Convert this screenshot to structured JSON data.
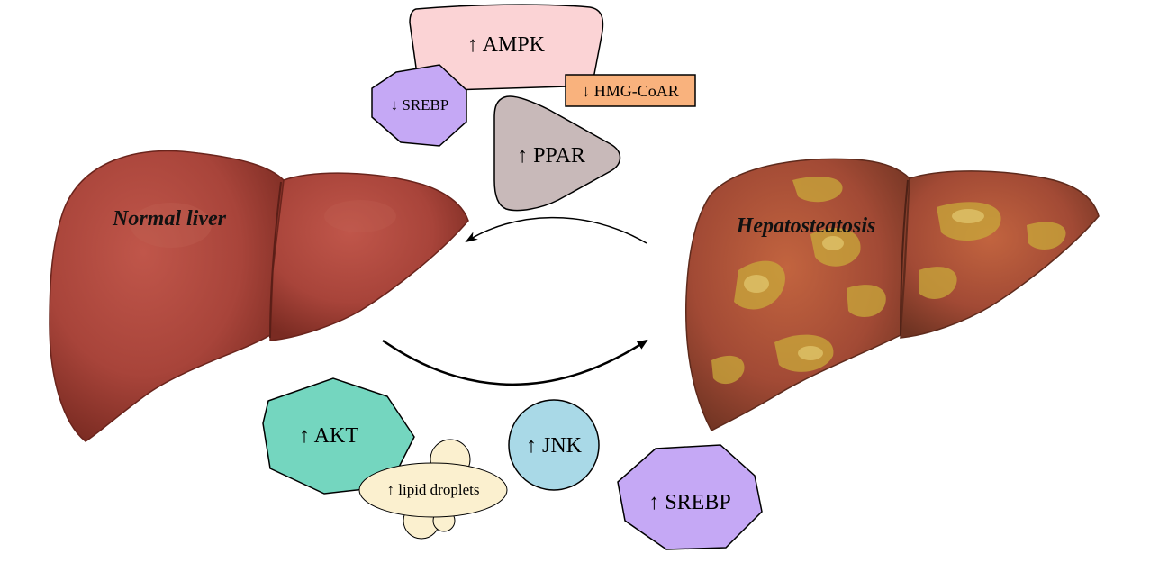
{
  "labels": {
    "normal_liver": "Normal liver",
    "hepatosteatosis": "Hepatosteatosis"
  },
  "nodes": {
    "ampk": "↑ AMPK",
    "srebp_down": "↓ SREBP",
    "hmgcoar": "↓ HMG-CoAR",
    "ppar": "↑ PPAR",
    "akt": "↑ AKT",
    "lipid_droplets": "↑ lipid droplets",
    "jnk": "↑ JNK",
    "srebp_up": "↑ SREBP"
  },
  "colors": {
    "liver_base": "#a8443a",
    "liver_dark": "#7a2b22",
    "steatosis_fat": "#c9a93a",
    "ampk_fill": "#fbd3d5",
    "srebp_fill": "#c5a8f5",
    "hmgcoar_fill": "#f9b27d",
    "ppar_fill": "#c8b9b9",
    "akt_fill": "#74d6bf",
    "lipid_fill": "#fbf0cf",
    "jnk_fill": "#a9d9e7"
  }
}
